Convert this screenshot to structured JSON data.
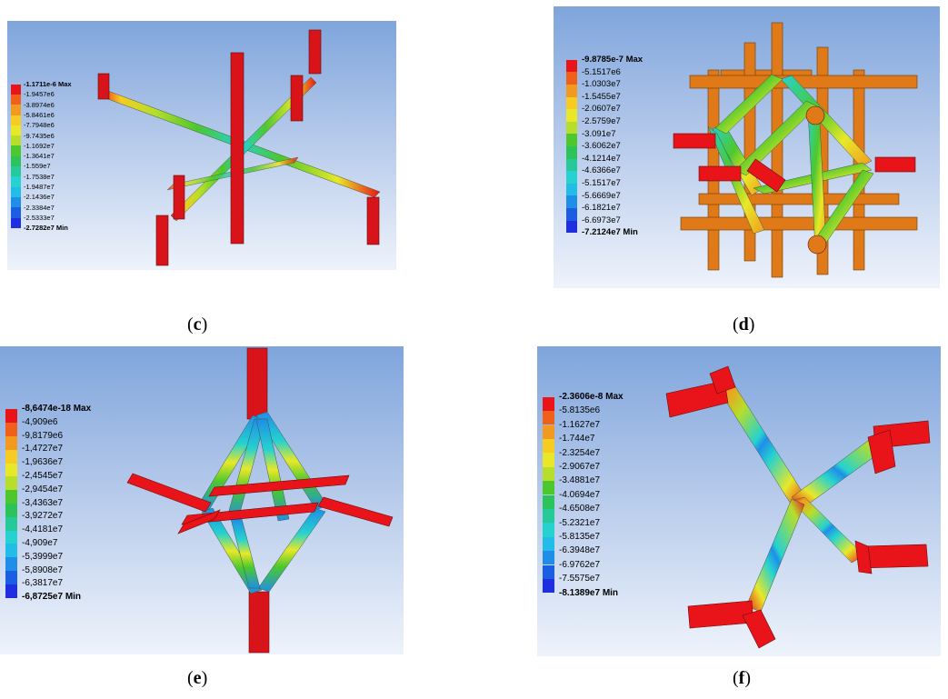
{
  "panels": [
    {
      "id": "c",
      "caption": "c",
      "legend": [
        "-1.1711e-6 Max",
        "-1.9457e6",
        "-3.8974e6",
        "-5.8461e6",
        "-7.7948e6",
        "-9.7435e6",
        "-1.1692e7",
        "-1.3641e7",
        "-1.559e7",
        "-1.7538e7",
        "-1.9487e7",
        "-2.1436e7",
        "-2.3384e7",
        "-2.5333e7",
        "-2.7282e7 Min"
      ]
    },
    {
      "id": "d",
      "caption": "d",
      "legend": [
        "-9.8785e-7 Max",
        "-5.1517e6",
        "-1.0303e7",
        "-1.5455e7",
        "-2.0607e7",
        "-2.5759e7",
        "-3.091e7",
        "-3.6062e7",
        "-4.1214e7",
        "-4.6366e7",
        "-5.1517e7",
        "-5.6669e7",
        "-6.1821e7",
        "-6.6973e7",
        "-7.2124e7 Min"
      ]
    },
    {
      "id": "e",
      "caption": "e",
      "legend": [
        "-8,6474e-18 Max",
        "-4,909e6",
        "-9,8179e6",
        "-1,4727e7",
        "-1,9636e7",
        "-2,4545e7",
        "-2,9454e7",
        "-3,4363e7",
        "-3,9272e7",
        "-4,4181e7",
        "-4,909e7",
        "-5,3999e7",
        "-5,8908e7",
        "-6,3817e7",
        "-6,8725e7 Min"
      ]
    },
    {
      "id": "f",
      "caption": "f",
      "legend": [
        "-2.3606e-8 Max",
        "-5.8135e6",
        "-1.1627e7",
        "-1.744e7",
        "-2.3254e7",
        "-2.9067e7",
        "-3.4881e7",
        "-4.0694e7",
        "-4.6508e7",
        "-5.2321e7",
        "-5.8135e7",
        "-6.3948e7",
        "-6.9762e7",
        "-7.5575e7",
        "-8.1389e7 Min"
      ]
    }
  ],
  "colors": {
    "scale": [
      "#e8141a",
      "#f0601a",
      "#f29a1f",
      "#f6cc22",
      "#e8e829",
      "#b7de2a",
      "#4cc82e",
      "#2cc45a",
      "#27c99a",
      "#26d2cf",
      "#22bde6",
      "#1f8ee8",
      "#1c5ee2",
      "#1f2ee0",
      "#1a10c9"
    ],
    "background_top": "#7fa5dc",
    "background_bottom": "#eef3fb"
  }
}
